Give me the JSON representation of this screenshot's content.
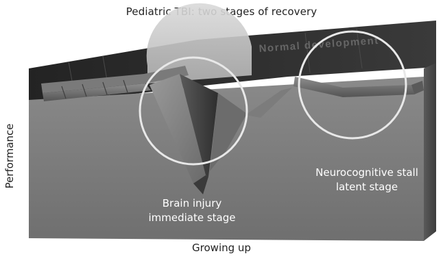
{
  "figure": {
    "title": "Pediatric TBI: two stages of recovery",
    "y_axis_label": "Performance",
    "x_axis_label": "Growing up",
    "back_wall_label": "Normal development",
    "annotations": {
      "injury": {
        "line1": "Brain injury",
        "line2": "immediate stage"
      },
      "stall": {
        "line1": "Neurocognitive stall",
        "line2": "latent stage"
      }
    }
  }
}
